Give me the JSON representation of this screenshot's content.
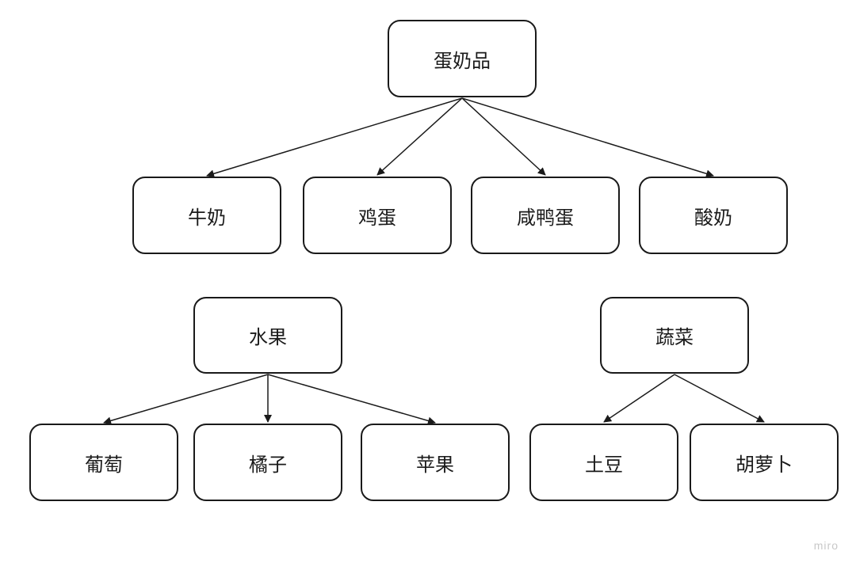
{
  "diagram": {
    "groups": [
      {
        "parent": "蛋奶品",
        "children": [
          "牛奶",
          "鸡蛋",
          "咸鸭蛋",
          "酸奶"
        ]
      },
      {
        "parent": "水果",
        "children": [
          "葡萄",
          "橘子",
          "苹果"
        ]
      },
      {
        "parent": "蔬菜",
        "children": [
          "土豆",
          "胡萝卜"
        ]
      }
    ],
    "watermark": "miro"
  },
  "colors": {
    "stroke": "#1a1a1a",
    "background": "#ffffff",
    "watermark": "#c8c8c8"
  }
}
